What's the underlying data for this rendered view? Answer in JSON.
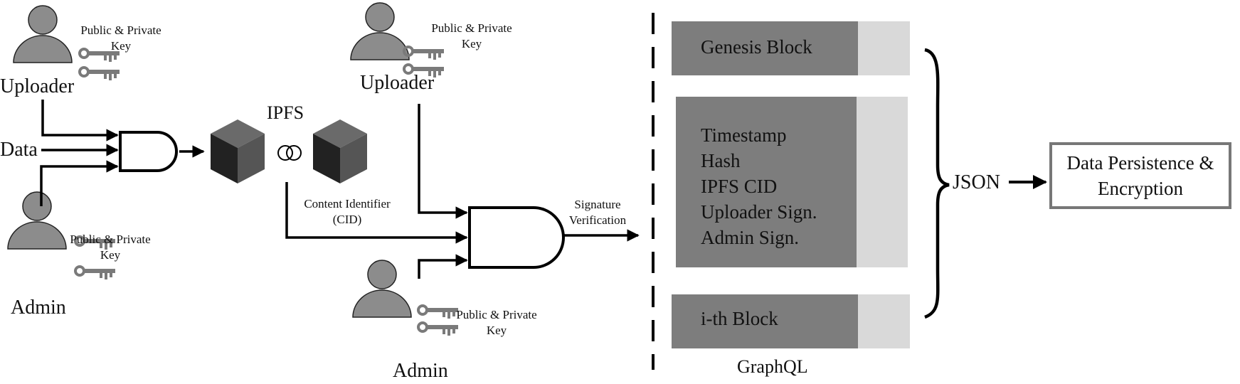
{
  "left": {
    "uploader": {
      "label": "Uploader",
      "key_label": "Public & Private Key"
    },
    "data_label": "Data",
    "admin": {
      "label": "Admin",
      "key_label": "Public & Private Key"
    }
  },
  "ipfs": {
    "label": "IPFS",
    "cid_label": "Content Identifier (CID)"
  },
  "middle": {
    "uploader": {
      "label": "Uploader",
      "key_label": "Public & Private Key"
    },
    "admin": {
      "label": "Admin",
      "key_label": "Public & Private Key"
    },
    "signature_label": "Signature Verification"
  },
  "chain": {
    "genesis_block": "Genesis Block",
    "fields": [
      "Timestamp",
      "Hash",
      "IPFS CID",
      "Uploader Sign.",
      "Admin Sign."
    ],
    "ith_block": "i-th Block",
    "graphql_label": "GraphQL"
  },
  "json_label": "JSON",
  "persistence_label": "Data Persistence & Encryption",
  "colors": {
    "person": "#8c8c8c",
    "key": "#7a7a7a",
    "block_dark": "#7d7d7d",
    "block_light": "#d9d9d9",
    "cube_dark": "#2a2a2a",
    "cube_light": "#5a5a5a"
  }
}
